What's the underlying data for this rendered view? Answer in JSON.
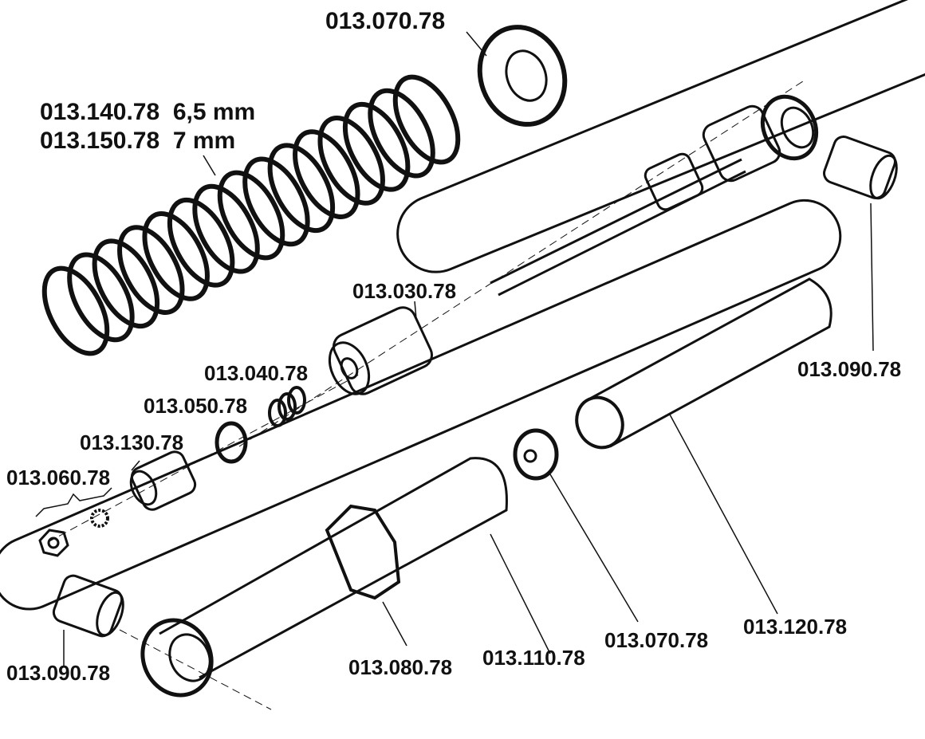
{
  "labels": {
    "ring_top": "013.070.78",
    "spring_a": "013.140.78  6,5 mm",
    "spring_b": "013.150.78  7 mm",
    "nut_guide": "013.030.78",
    "small_spring": "013.040.78",
    "circlip": "013.050.78",
    "valve_body": "013.130.78",
    "nut_washer": "013.060.78",
    "bushing_right": "013.090.78",
    "bushing_left": "013.090.78",
    "adjuster": "013.080.78",
    "body": "013.110.78",
    "ring_bottom": "013.070.78",
    "tube": "013.120.78"
  },
  "colors": {
    "ink": "#111111",
    "paper": "#ffffff"
  }
}
